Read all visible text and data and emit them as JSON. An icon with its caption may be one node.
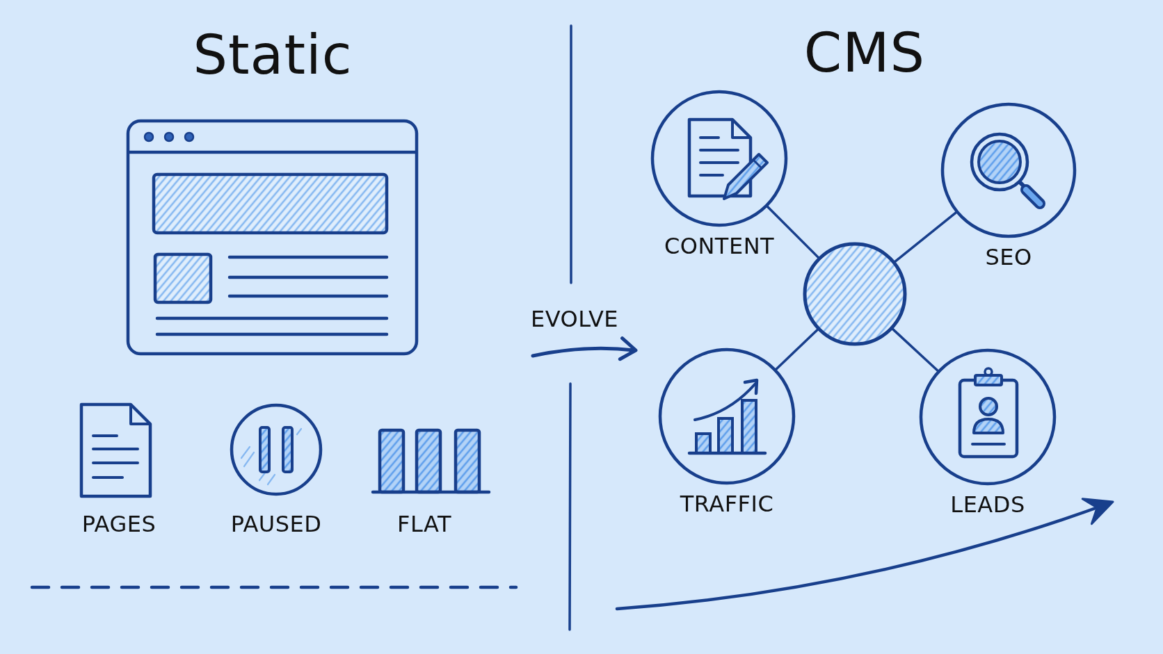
{
  "diagram": {
    "nodes": [
      {
        "text": [
          "CONTENT"
        ]
      },
      {
        "text": [
          "SEO"
        ]
      },
      {
        "text": [],
        "shape": "circle"
      },
      {
        "text": [
          "TRAFFIC"
        ]
      },
      {
        "text": [
          "LEADS"
        ]
      }
    ],
    "edges": [
      {
        "from": 2,
        "to": 0,
        "arrow": "none"
      },
      {
        "from": 2,
        "to": 1,
        "arrow": "none"
      },
      {
        "from": 2,
        "to": 3,
        "arrow": "none"
      },
      {
        "from": 2,
        "to": 4,
        "arrow": "none"
      }
    ],
    "labels": [
      "Static",
      "CMS",
      "EVOLVE",
      "PAGES",
      "PAUSED",
      "FLAT"
    ]
  }
}
